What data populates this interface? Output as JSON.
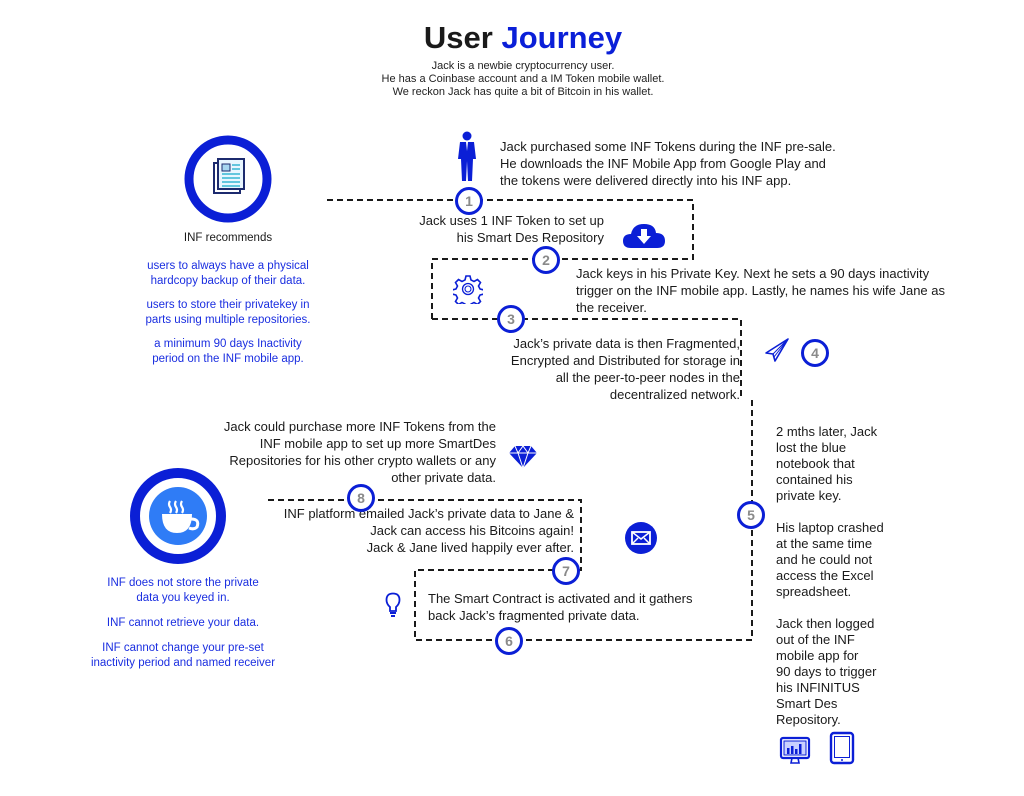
{
  "header": {
    "title_part1": "User",
    "title_part2": "Journey",
    "subtitle_lines": [
      "Jack is a newbie cryptocurrency user.",
      "He has a Coinbase account and a IM Token mobile wallet.",
      "We reckon Jack has quite a bit of Bitcoin in his wallet."
    ]
  },
  "recommend_panel": {
    "icon": "newspaper-icon",
    "heading": "INF recommends",
    "items": [
      [
        "users to always have a physical",
        "hardcopy backup of their data."
      ],
      [
        "users to store their privatekey in",
        "parts using multiple repositories."
      ],
      [
        "a minimum 90 days Inactivity",
        "period on the INF mobile app."
      ]
    ]
  },
  "guarantee_panel": {
    "icon": "coffee-cup-icon",
    "items": [
      [
        "INF does not store the private",
        "data you keyed in."
      ],
      [
        "INF cannot retrieve your data."
      ],
      [
        "INF cannot change your pre-set",
        "inactivity period and named receiver"
      ]
    ]
  },
  "intro": {
    "icon": "businessman-icon",
    "lines": [
      "Jack purchased some INF Tokens during the INF pre-sale.",
      "He downloads the INF Mobile App from Google Play and",
      "the tokens were delivered directly into his INF app."
    ]
  },
  "steps": [
    {
      "number": "1",
      "icon": "cloud-download-icon",
      "lines": [
        "Jack uses 1 INF Token to set up",
        "his Smart Des Repository"
      ]
    },
    {
      "number": "2",
      "icon": "gear-icon",
      "lines": [
        "Jack keys in his Private Key. Next he sets a 90 days inactivity",
        "trigger on the INF mobile app. Lastly, he names his wife Jane as",
        "the receiver."
      ]
    },
    {
      "number": "3",
      "icon": "",
      "lines": [
        "Jack’s private data is then Fragmented,",
        "Encrypted and Distributed for storage in",
        "all the peer-to-peer nodes in the",
        "decentralized network."
      ]
    },
    {
      "number": "4",
      "icon": "paper-plane-icon",
      "lines": []
    },
    {
      "number": "5",
      "icon": "",
      "paragraphs": [
        [
          "2 mths later, Jack",
          "lost the blue",
          "notebook that",
          "contained his",
          "private key."
        ],
        [
          "His laptop crashed",
          "at the same time",
          "and he could not",
          "access the Excel",
          "spreadsheet."
        ],
        [
          "Jack then logged",
          "out of the INF",
          "mobile app for",
          "90 days to trigger",
          "his INFINITUS",
          "Smart Des",
          "Repository."
        ]
      ]
    },
    {
      "number": "6",
      "icon": "lightbulb-icon",
      "lines": [
        "The Smart Contract is activated and it gathers",
        "back Jack’s fragmented private data."
      ]
    },
    {
      "number": "7",
      "icon": "envelope-icon",
      "lines": [
        "INF platform emailed Jack’s private data to Jane &",
        "Jack can access his Bitcoins again!",
        "Jack & Jane lived happily ever after."
      ]
    },
    {
      "number": "8",
      "icon": "diamond-icon",
      "lines": [
        "Jack could purchase more INF Tokens from the",
        "INF mobile app to set up more SmartDes",
        "Repositories for his other crypto wallets or any",
        "other private data."
      ]
    }
  ],
  "device_icons": [
    "monitor-chart-icon",
    "tablet-icon"
  ],
  "colors": {
    "accent_blue": "#0b1fd6",
    "title_blue": "#0a1fd8",
    "text_blue": "#1a2ee0",
    "cup_blue": "#2f7cf6",
    "path_dash": "#1a1a1a",
    "badge_number": "#8a8a8a"
  }
}
